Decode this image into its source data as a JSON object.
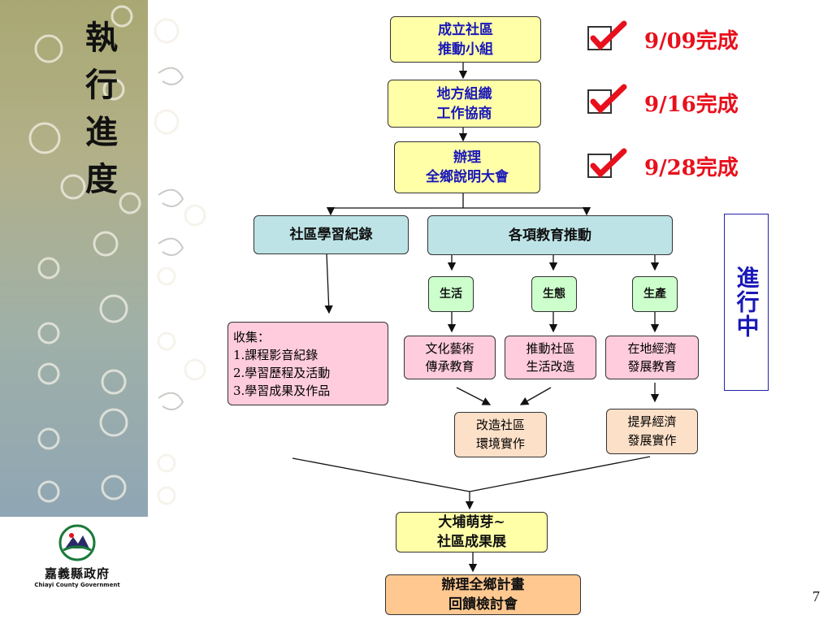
{
  "sidebar": {
    "title": "執\n行\n進\n度"
  },
  "flow": {
    "step1": "成立社區\n推動小組",
    "step2": "地方組織\n工作協商",
    "step3": "辦理\n全鄉說明大會",
    "branch_left": "社區學習紀錄",
    "branch_right": "各項教育推動",
    "sub_life": "生活",
    "sub_eco": "生態",
    "sub_prod": "生產",
    "collect": "收集：\n1.課程影音紀錄\n2.學習歷程及活動\n3.學習成果及作品",
    "edu_culture": "文化藝術\n傳承教育",
    "edu_community": "推動社區\n生活改造",
    "edu_economy": "在地經濟\n發展教育",
    "practice_env": "改造社區\n環境實作",
    "practice_econ": "提昇經濟\n發展實作",
    "exhibition": "大埔萌芽~\n社區成果展",
    "review": "辦理全鄉計畫\n回饋檢討會"
  },
  "status": {
    "s1": "9/09完成",
    "s2": "9/16完成",
    "s3": "9/28完成",
    "ongoing": "進行中"
  },
  "logo": {
    "name": "嘉義縣政府",
    "english": "Chiayi County Government"
  },
  "page_number": "7",
  "colors": {
    "status_red": "#e8101c",
    "text_blue": "#1a18b8",
    "check_red": "#e8101c"
  }
}
